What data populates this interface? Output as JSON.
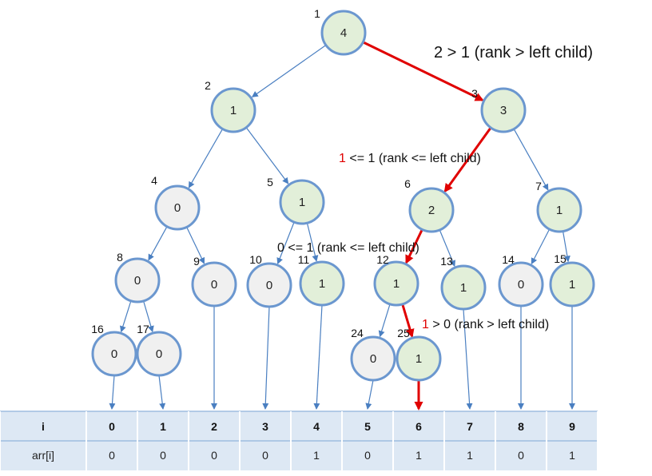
{
  "colors": {
    "node_fill_zero": "#f0f0f0",
    "node_fill_one": "#e2efd9",
    "node_border": "#6b97cf",
    "edge": "#4a7fc1",
    "highlight": "#e00000",
    "table_fill": "#dde8f4",
    "table_border": "#9fbde0"
  },
  "nodes": [
    {
      "id": 1,
      "value": "4"
    },
    {
      "id": 2,
      "value": "1"
    },
    {
      "id": 3,
      "value": "3"
    },
    {
      "id": 4,
      "value": "0"
    },
    {
      "id": 5,
      "value": "1"
    },
    {
      "id": 6,
      "value": "2"
    },
    {
      "id": 7,
      "value": "1"
    },
    {
      "id": 8,
      "value": "0"
    },
    {
      "id": 9,
      "value": "0"
    },
    {
      "id": 10,
      "value": "0"
    },
    {
      "id": 11,
      "value": "1"
    },
    {
      "id": 12,
      "value": "1"
    },
    {
      "id": 13,
      "value": "1"
    },
    {
      "id": 14,
      "value": "0"
    },
    {
      "id": 15,
      "value": "1"
    },
    {
      "id": 16,
      "value": "0"
    },
    {
      "id": 17,
      "value": "0"
    },
    {
      "id": 24,
      "value": "0"
    },
    {
      "id": 25,
      "value": "1"
    }
  ],
  "edges": [
    {
      "from": 1,
      "to": 2
    },
    {
      "from": 1,
      "to": 3,
      "highlight": true
    },
    {
      "from": 2,
      "to": 4
    },
    {
      "from": 2,
      "to": 5
    },
    {
      "from": 3,
      "to": 6,
      "highlight": true
    },
    {
      "from": 3,
      "to": 7
    },
    {
      "from": 4,
      "to": 8
    },
    {
      "from": 4,
      "to": 9
    },
    {
      "from": 5,
      "to": 10
    },
    {
      "from": 5,
      "to": 11
    },
    {
      "from": 6,
      "to": 12,
      "highlight": true
    },
    {
      "from": 6,
      "to": 13
    },
    {
      "from": 7,
      "to": 14
    },
    {
      "from": 7,
      "to": 15
    },
    {
      "from": 8,
      "to": 16
    },
    {
      "from": 8,
      "to": 17
    },
    {
      "from": 12,
      "to": 24
    },
    {
      "from": 12,
      "to": 25,
      "highlight": true
    }
  ],
  "leaf_links": [
    {
      "node": 16,
      "column": 0
    },
    {
      "node": 17,
      "column": 1
    },
    {
      "node": 9,
      "column": 2
    },
    {
      "node": 10,
      "column": 3
    },
    {
      "node": 11,
      "column": 4
    },
    {
      "node": 24,
      "column": 5
    },
    {
      "node": 25,
      "column": 6,
      "highlight": true
    },
    {
      "node": 13,
      "column": 7
    },
    {
      "node": 14,
      "column": 8
    },
    {
      "node": 15,
      "column": 9
    }
  ],
  "annotations": [
    {
      "id": "ann-root",
      "lead": "",
      "rest": "2 > 1 (rank > left child)"
    },
    {
      "id": "ann-node3",
      "lead": "1",
      "rest": " <= 1 (rank <= left child)"
    },
    {
      "id": "ann-node6",
      "lead": "",
      "rest": "0 <= 1 (rank <= left child)"
    },
    {
      "id": "ann-node12",
      "lead": "1",
      "rest": " > 0 (rank > left child)"
    }
  ],
  "table": {
    "row_header_i": "i",
    "row_header_arr": "arr[i]",
    "indices": [
      "0",
      "1",
      "2",
      "3",
      "4",
      "5",
      "6",
      "7",
      "8",
      "9"
    ],
    "values": [
      "0",
      "0",
      "0",
      "0",
      "1",
      "0",
      "1",
      "1",
      "0",
      "1"
    ]
  }
}
